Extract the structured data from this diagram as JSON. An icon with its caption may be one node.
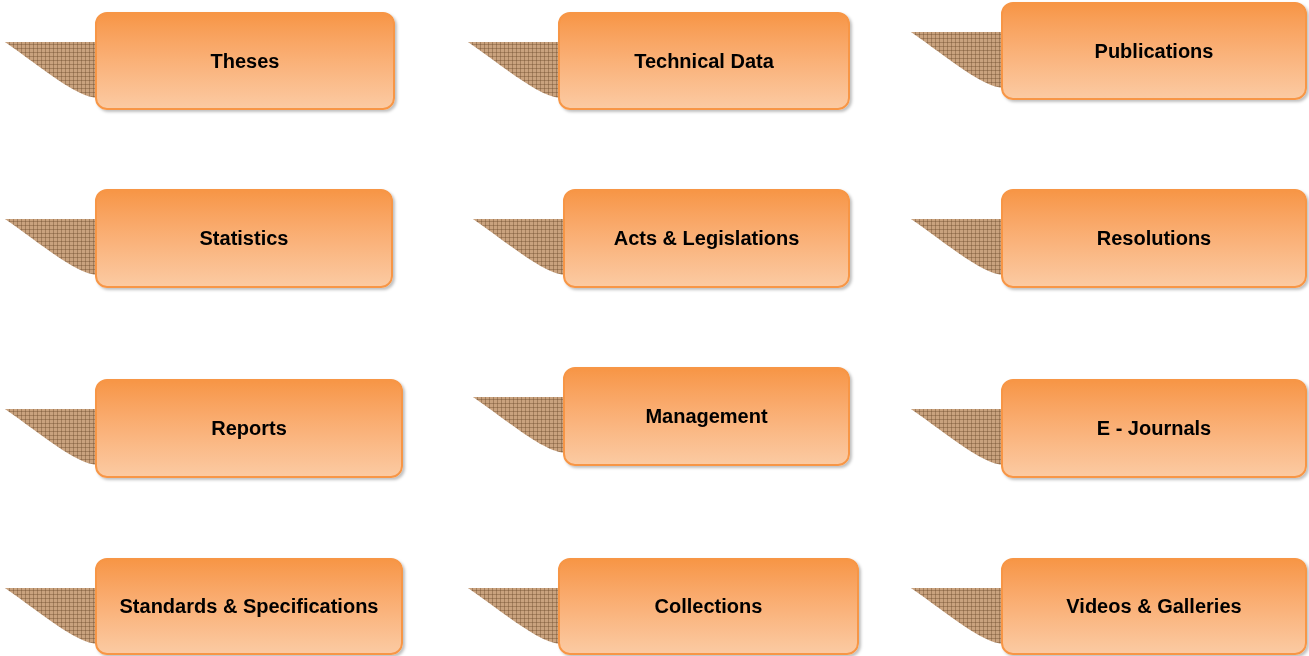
{
  "diagram": {
    "nodes": [
      {
        "text": [
          "Theses"
        ]
      },
      {
        "text": [
          "Technical Data"
        ]
      },
      {
        "text": [
          "Publications"
        ]
      },
      {
        "text": [
          "Statistics"
        ]
      },
      {
        "text": [
          "Acts & Legislations"
        ]
      },
      {
        "text": [
          "Resolutions"
        ]
      },
      {
        "text": [
          "Reports"
        ]
      },
      {
        "text": [
          "Management"
        ]
      },
      {
        "text": [
          "E - Journals"
        ]
      },
      {
        "text": [
          "Standards & Specifications"
        ]
      },
      {
        "text": [
          "Collections"
        ]
      },
      {
        "text": [
          "Videos & Galleries"
        ]
      }
    ]
  }
}
